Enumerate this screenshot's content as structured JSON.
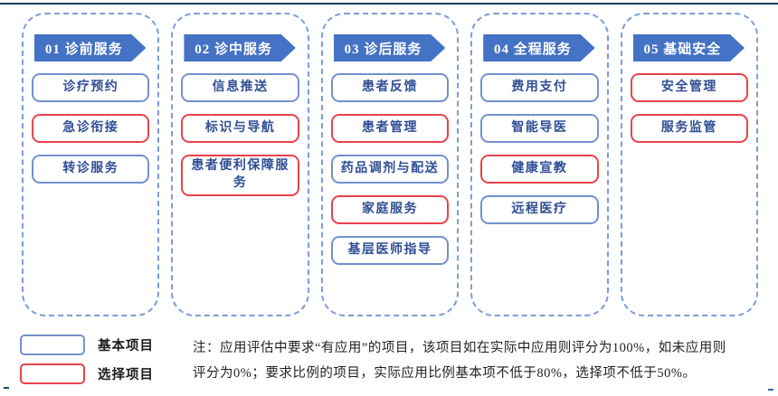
{
  "columns": [
    {
      "title": "01 诊前服务",
      "items": [
        {
          "label": "诊疗预约",
          "type": "basic"
        },
        {
          "label": "急诊衔接",
          "type": "optional"
        },
        {
          "label": "转诊服务",
          "type": "basic"
        }
      ]
    },
    {
      "title": "02 诊中服务",
      "items": [
        {
          "label": "信息推送",
          "type": "basic"
        },
        {
          "label": "标识与导航",
          "type": "optional"
        },
        {
          "label": "患者便利保障服务",
          "type": "optional"
        }
      ]
    },
    {
      "title": "03 诊后服务",
      "items": [
        {
          "label": "患者反馈",
          "type": "basic"
        },
        {
          "label": "患者管理",
          "type": "optional"
        },
        {
          "label": "药品调剂与配送",
          "type": "basic"
        },
        {
          "label": "家庭服务",
          "type": "optional"
        },
        {
          "label": "基层医师指导",
          "type": "basic"
        }
      ]
    },
    {
      "title": "04 全程服务",
      "items": [
        {
          "label": "费用支付",
          "type": "basic"
        },
        {
          "label": "智能导医",
          "type": "basic"
        },
        {
          "label": "健康宣教",
          "type": "optional"
        },
        {
          "label": "远程医疗",
          "type": "basic"
        }
      ]
    },
    {
      "title": "05 基础安全",
      "items": [
        {
          "label": "安全管理",
          "type": "optional"
        },
        {
          "label": "服务监管",
          "type": "optional"
        }
      ]
    }
  ],
  "legend": {
    "basic_label": "基本项目",
    "optional_label": "选择项目"
  },
  "note": {
    "line1": "注：应用评估中要求“有应用”的项目，该项目如在实际中应用则评分为100%，如未应用则",
    "line2": "评分为0%；要求比例的项目，实际应用比例基本项不低于80%，选择项不低于50%。"
  },
  "colors": {
    "stage_arrow_blue": "#4472C4",
    "column_dashed_border": "#7E9CD8",
    "basic_item_border": "#7490CE",
    "optional_item_border": "#E8434B",
    "item_text_navy": "#2F4E94",
    "top_rule": "#123E60"
  }
}
